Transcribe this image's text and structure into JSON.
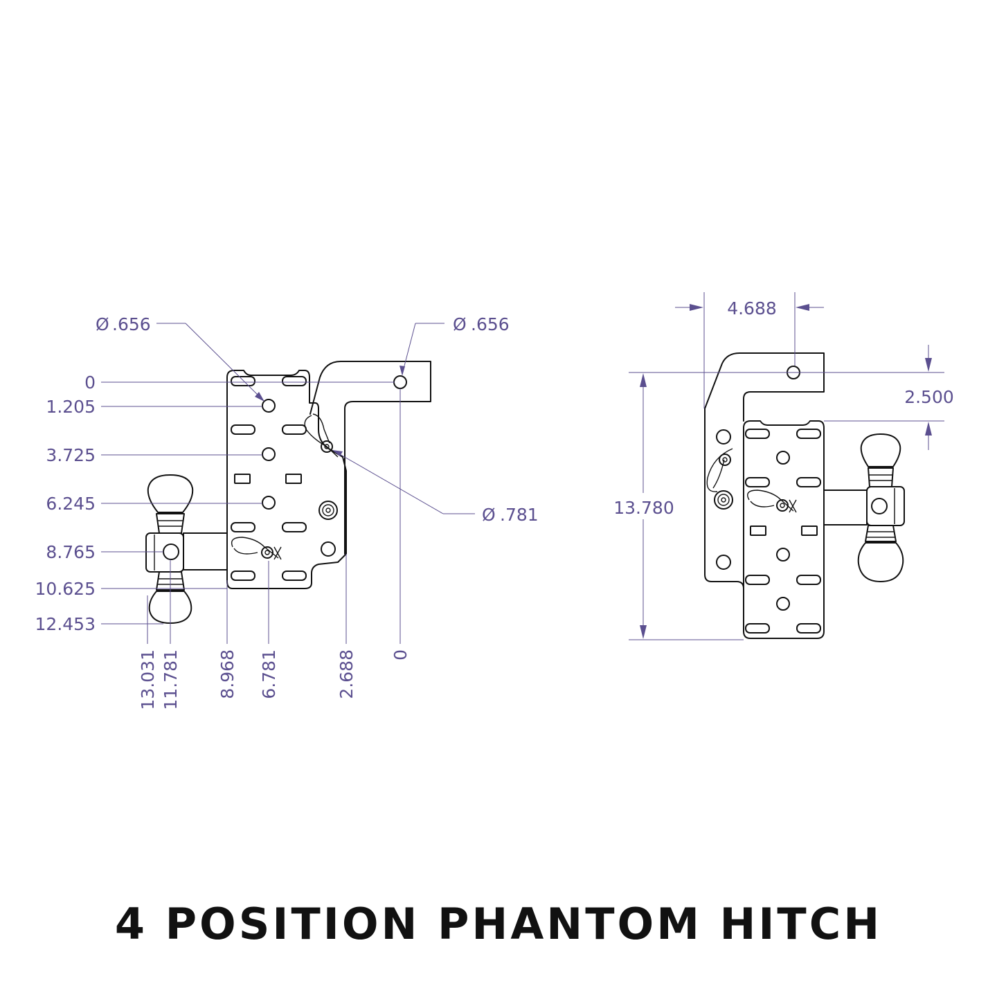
{
  "title": "4 POSITION PHANTOM HITCH",
  "colors": {
    "dimension": "#5b4f8f",
    "part_outline": "#111111",
    "background": "#ffffff"
  },
  "left_view": {
    "vertical_dims": [
      "0",
      "1.205",
      "3.725",
      "6.245",
      "8.765",
      "10.625",
      "12.453"
    ],
    "horizontal_dims": [
      "13.031",
      "11.781",
      "8.968",
      "6.781",
      "2.688",
      "0"
    ],
    "callouts": [
      {
        "symbol": "Ø",
        "value": ".656"
      },
      {
        "symbol": "Ø",
        "value": ".656"
      },
      {
        "symbol": "Ø",
        "value": ".781"
      }
    ]
  },
  "right_view": {
    "width_dim": "4.688",
    "drop_dim": "2.500",
    "height_dim": "13.780"
  }
}
